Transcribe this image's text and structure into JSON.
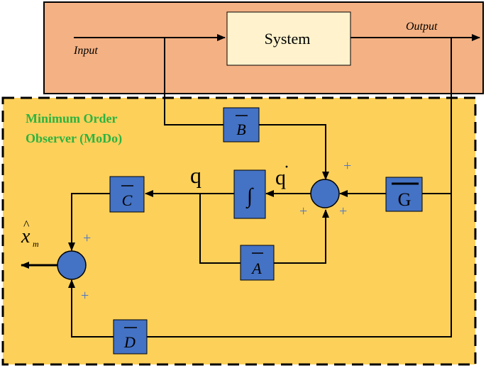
{
  "system_block": {
    "label": "System"
  },
  "signals": {
    "input": "Input",
    "output": "Output",
    "q": "q",
    "q_dot": "q",
    "q_dot_mark": "·"
  },
  "observer": {
    "title_line1": "Minimum Order",
    "title_line2": "Observer (MoDo)"
  },
  "blocks": {
    "b": "B",
    "c": "C",
    "a": "A",
    "d": "D",
    "g": "G",
    "integrator": "∫"
  },
  "output_estimate": {
    "symbol": "x",
    "subscript": "m"
  },
  "signs": {
    "top_sum_top": "+",
    "top_sum_left": "+",
    "top_sum_right": "+",
    "bottom_sum_top": "+",
    "bottom_sum_bottom": "+"
  },
  "colors": {
    "plant_bg": "#f4b183",
    "observer_bg": "#fdd05a",
    "system_block": "#fff2cc",
    "block_fill": "#4472c4",
    "title_green": "#2db340",
    "sign_blue": "#4a74c8"
  }
}
